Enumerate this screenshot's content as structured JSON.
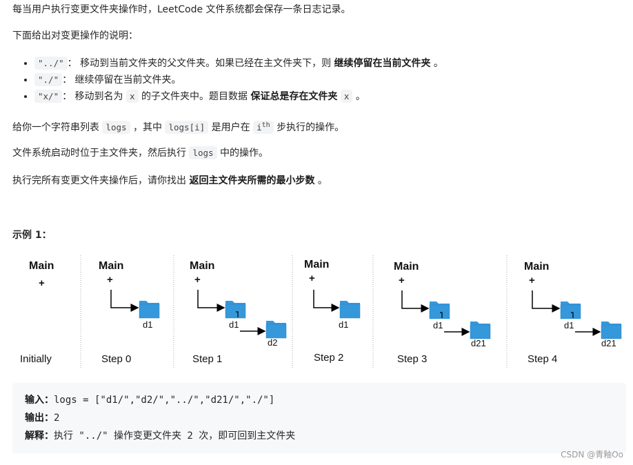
{
  "intro": "每当用户执行变更文件夹操作时，LeetCode 文件系统都会保存一条日志记录。",
  "ops_title": "下面给出对变更操作的说明：",
  "bullets": [
    {
      "code": "\"../\"",
      "text": "： 移动到当前文件夹的父文件夹。如果已经在主文件夹下，则 ",
      "bold": "继续停留在当前文件夹",
      "end": " 。"
    },
    {
      "code": "\"./\"",
      "text": "： 继续停留在当前文件夹。"
    },
    {
      "code": "\"x/\"",
      "text": "： 移动到名为 ",
      "code2": "x",
      "text2": " 的子文件夹中。题目数据 ",
      "bold": "保证总是存在文件夹",
      "code3": "x",
      "end": " 。"
    }
  ],
  "p_logs": {
    "a": "给你一个字符串列表 ",
    "code1": "logs",
    "b": " ，其中 ",
    "code2": "logs[i]",
    "c": " 是用户在 ",
    "code3": "i",
    "sup": "th",
    "d": " 步执行的操作。"
  },
  "p_start": {
    "a": "文件系统启动时位于主文件夹，然后执行 ",
    "code": "logs",
    "b": " 中的操作。"
  },
  "p_task": {
    "a": "执行完所有变更文件夹操作后，请你找出 ",
    "bold": "返回主文件夹所需的最小步数",
    "b": " 。"
  },
  "example_title": "示例 1：",
  "diagram": {
    "main": "Main",
    "plus": "+",
    "steps": [
      "Initially",
      "Step 0",
      "Step 1",
      "Step 2",
      "Step 3",
      "Step 4"
    ],
    "folders": {
      "d1": "d1",
      "d2": "d2",
      "d21": "d21"
    },
    "folder_color": "#3498db"
  },
  "example": {
    "input_label": "输入：",
    "input": "logs = [\"d1/\",\"d2/\",\"../\",\"d21/\",\"./\"]",
    "output_label": "输出：",
    "output": "2",
    "explain_label": "解释：",
    "explain": "执行 \"../\" 操作变更文件夹 2 次，即可回到主文件夹"
  },
  "watermark": "CSDN @青釉Oo"
}
